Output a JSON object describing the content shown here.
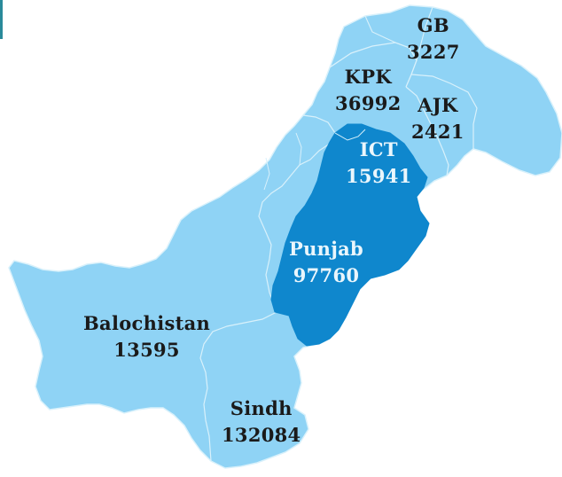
{
  "colors": {
    "province_fill": "#8fd3f5",
    "province_border": "#d9f1fb",
    "punjab_fill": "#0f87cd",
    "label_dark": "#1a1a1a",
    "label_light": "#eaf6fc"
  },
  "regions": [
    {
      "key": "gb",
      "name": "GB",
      "value": "3227"
    },
    {
      "key": "kpk",
      "name": "KPK",
      "value": "36992"
    },
    {
      "key": "ajk",
      "name": "AJK",
      "value": "2421"
    },
    {
      "key": "ict",
      "name": "ICT",
      "value": "15941"
    },
    {
      "key": "punjab",
      "name": "Punjab",
      "value": "97760"
    },
    {
      "key": "balochistan",
      "name": "Balochistan",
      "value": "13595"
    },
    {
      "key": "sindh",
      "name": "Sindh",
      "value": "132084"
    }
  ]
}
